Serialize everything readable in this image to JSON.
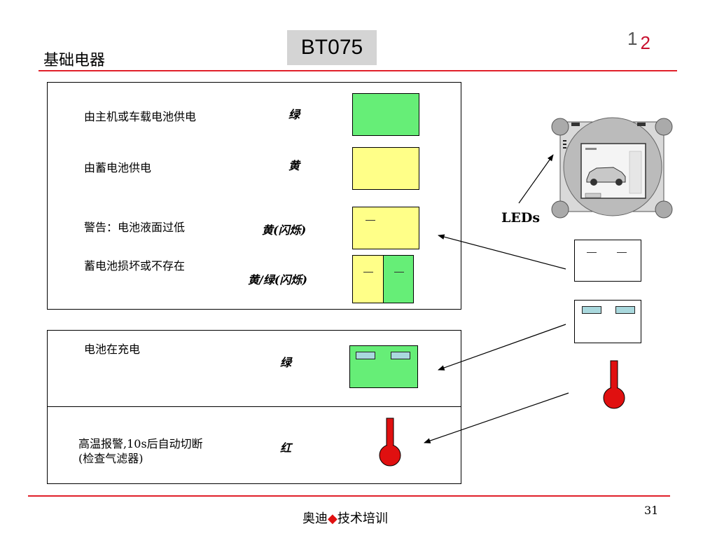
{
  "header": {
    "title": "基础电器",
    "code": "BT075",
    "page_indicator_1": "1",
    "page_indicator_2": "2"
  },
  "panel_top": {
    "rows": [
      {
        "label": "由主机或车载电池供电",
        "color_name": "绿"
      },
      {
        "label": "由蓄电池供电",
        "color_name": "黄"
      },
      {
        "label": "警告：电池液面过低",
        "color_name": "黄(闪烁)"
      },
      {
        "label": "蓄电池损坏或不存在",
        "color_name": "黄/绿(闪烁)"
      }
    ]
  },
  "panel_bottom": {
    "rows": [
      {
        "label": "电池在充电",
        "color_name": "绿"
      },
      {
        "label_line1": "高温报警,10s后自动切断",
        "label_line2": "(检查气滤器)",
        "color_name": "红"
      }
    ]
  },
  "device": {
    "leds_label": "LEDs"
  },
  "footer": {
    "brand": "奥迪",
    "diamond": "◆",
    "suffix": "技术培训",
    "page_number": "31"
  },
  "colors": {
    "green": "#66ee77",
    "yellow": "#ffff88",
    "red": "#e01010",
    "accent_line": "#e0202a",
    "slot": "#a9d8dd"
  }
}
